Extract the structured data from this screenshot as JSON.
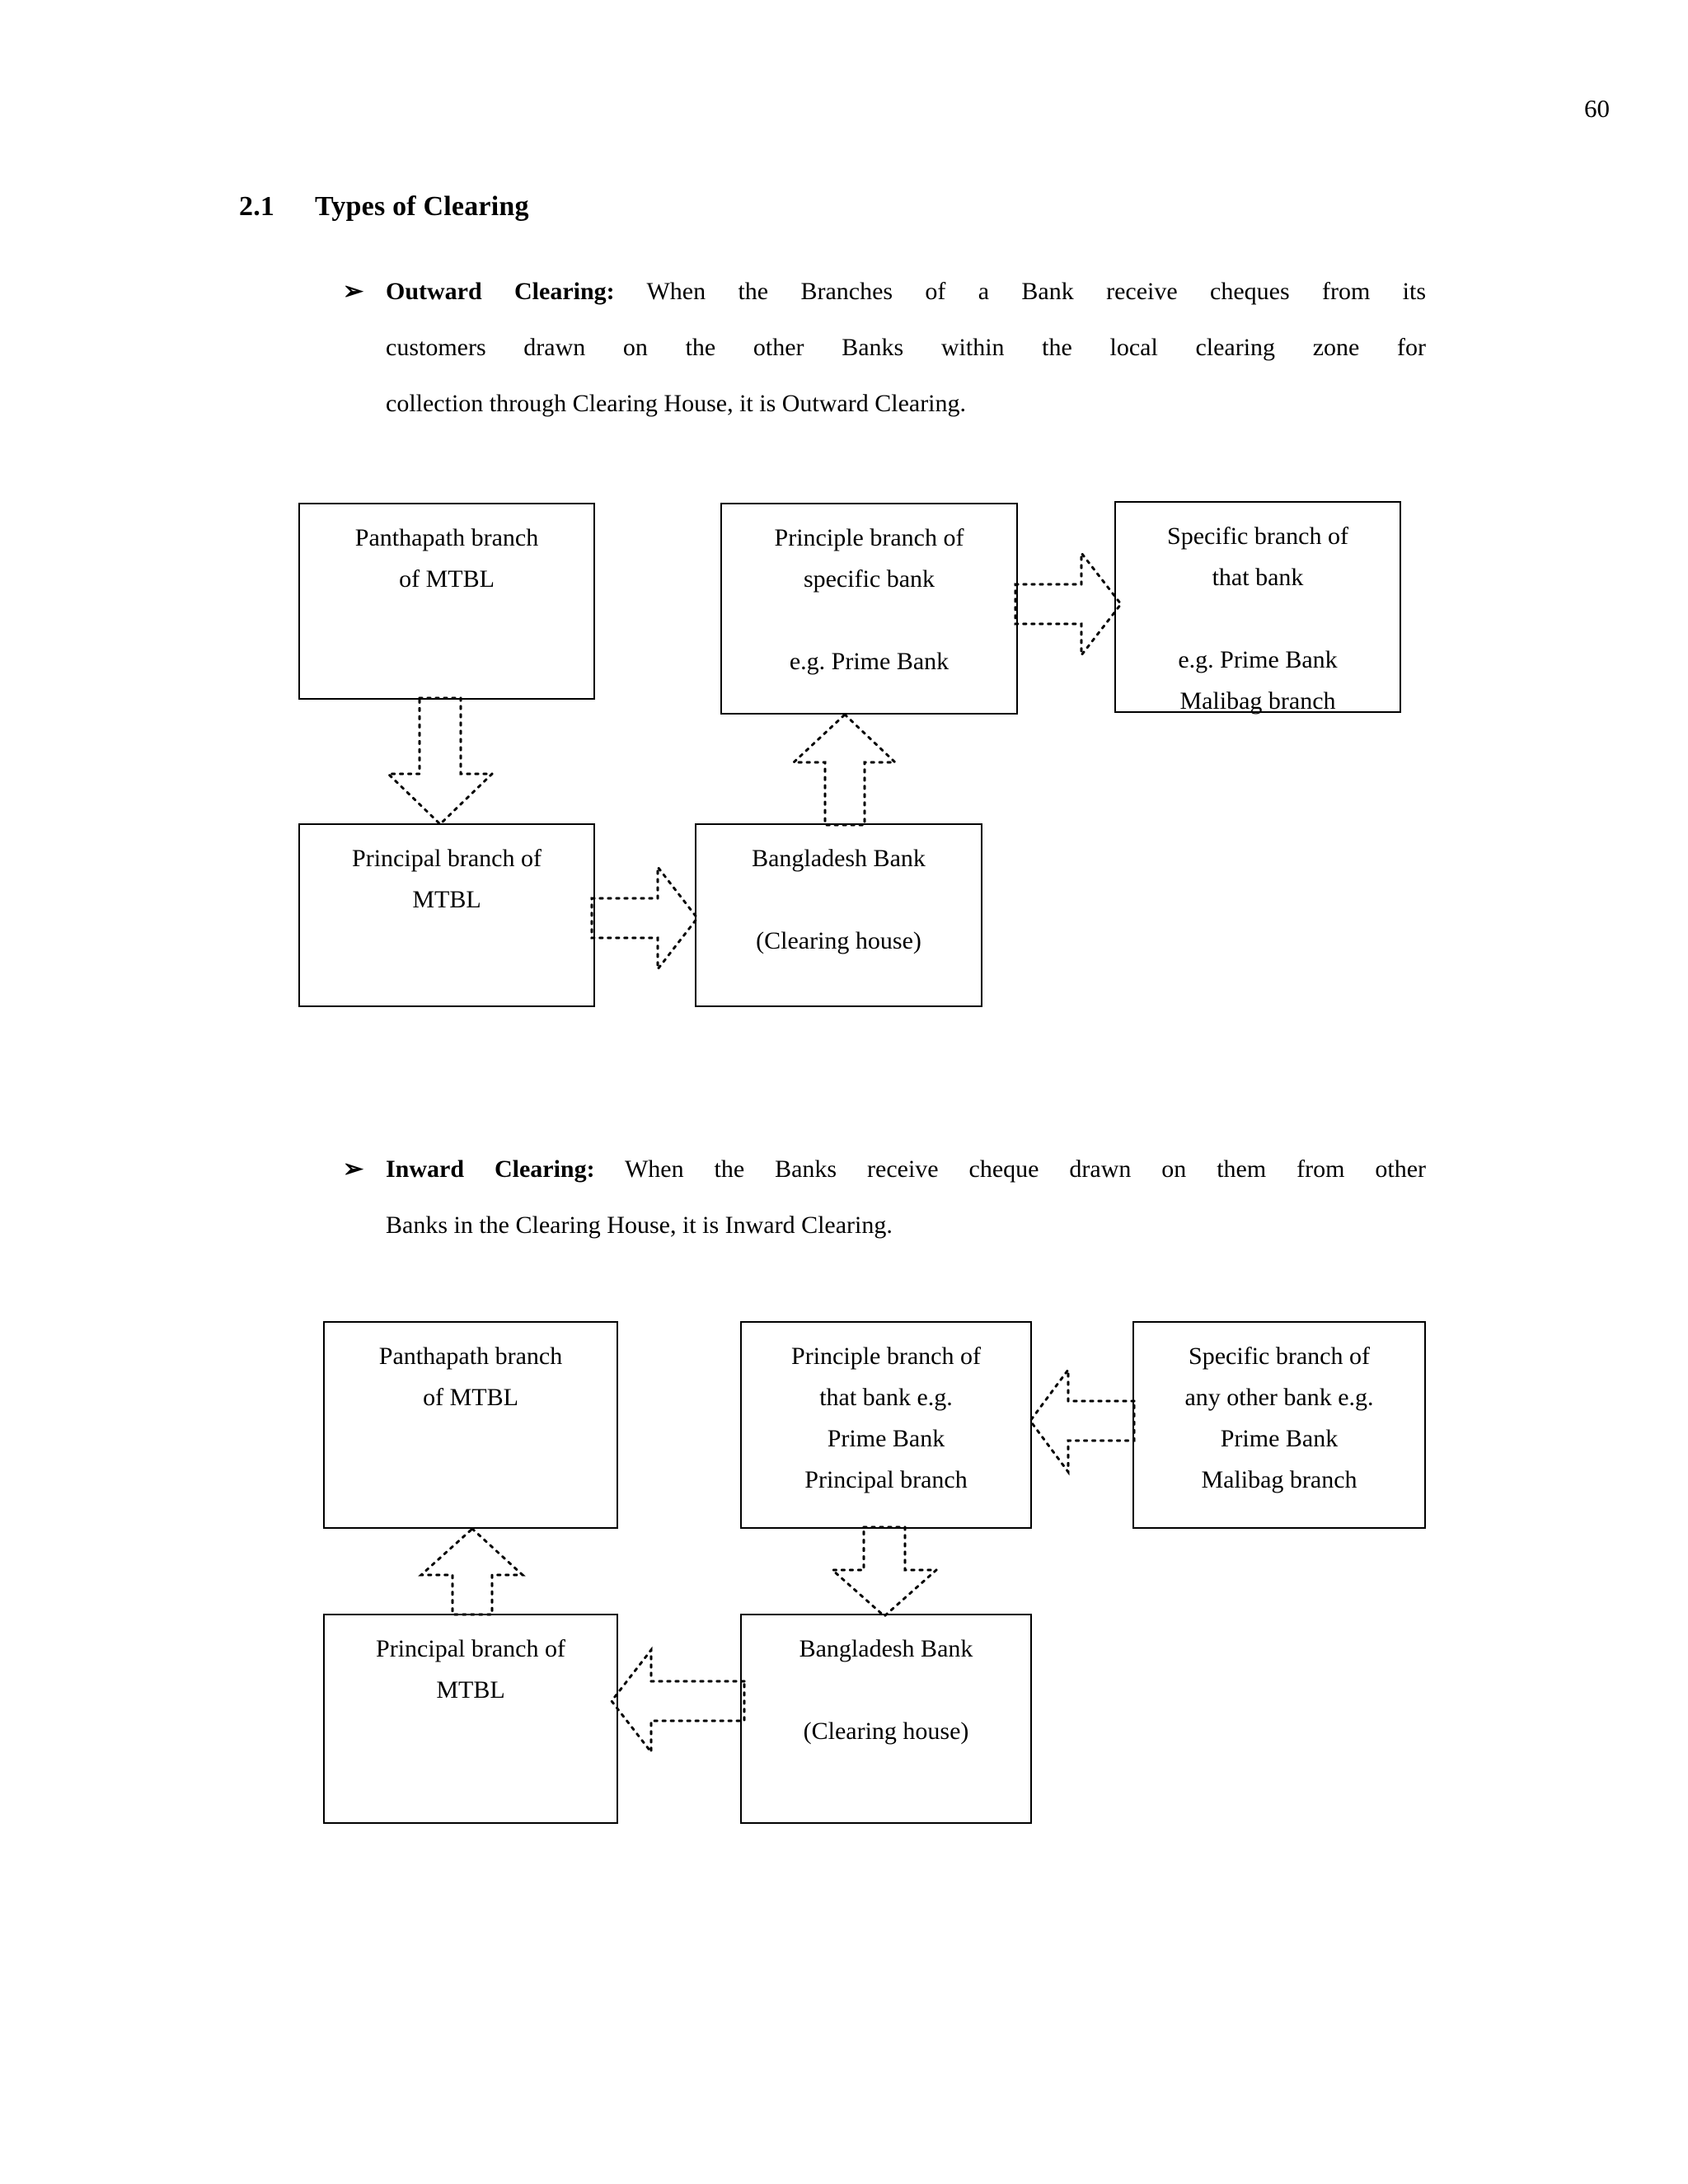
{
  "page": {
    "number": "60"
  },
  "section": {
    "number": "2.1",
    "title": "Types of Clearing"
  },
  "outward": {
    "marker": "➢",
    "lead": "Outward Clearing:",
    "line1": " When the Branches of a Bank receive cheques from its",
    "line2": "customers drawn on the other Banks within the local clearing zone for",
    "line3": "collection through Clearing House, it is Outward Clearing."
  },
  "inward": {
    "marker": "➢",
    "lead": "Inward Clearing:",
    "line1": " When the Banks receive cheque drawn on them from other",
    "line2": "Banks in the Clearing House, it is Inward Clearing."
  },
  "diagram_outward": {
    "boxes": [
      {
        "id": "panthapath",
        "text": "Panthapath branch\nof MTBL"
      },
      {
        "id": "principle-specific-bank",
        "text": "Principle branch of\nspecific bank\n\ne.g. Prime Bank"
      },
      {
        "id": "specific-branch-that-bank",
        "text": "Specific branch of\nthat bank\n\ne.g. Prime Bank\nMalibag branch"
      },
      {
        "id": "principal-mtbl",
        "text": "Principal branch of\nMTBL"
      },
      {
        "id": "bangladesh-bank",
        "text": "Bangladesh Bank\n\n(Clearing house)"
      }
    ]
  },
  "diagram_inward": {
    "boxes": [
      {
        "id": "panthapath",
        "text": "Panthapath branch\nof MTBL"
      },
      {
        "id": "principle-that-bank",
        "text": "Principle branch of\nthat bank e.g.\nPrime Bank\nPrincipal branch"
      },
      {
        "id": "specific-any-other-bank",
        "text": "Specific branch of\nany other bank e.g.\nPrime Bank\nMalibag branch"
      },
      {
        "id": "principal-mtbl",
        "text": "Principal branch of\nMTBL"
      },
      {
        "id": "bangladesh-bank",
        "text": "Bangladesh Bank\n\n(Clearing house)"
      }
    ]
  },
  "colors": {
    "text": "#000000",
    "box_border": "#000000",
    "arrow_stroke": "#000000",
    "background": "#ffffff"
  }
}
